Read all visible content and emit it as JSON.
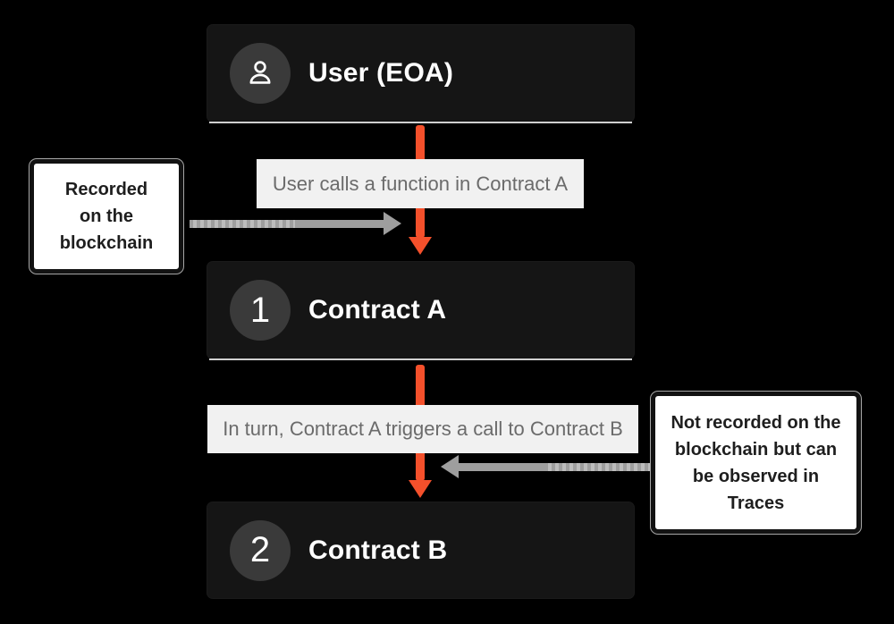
{
  "diagram": {
    "nodes": {
      "user": {
        "label": "User (EOA)"
      },
      "contract_a": {
        "label": "Contract A",
        "number": "1"
      },
      "contract_b": {
        "label": "Contract B",
        "number": "2"
      }
    },
    "edges": {
      "user_to_a": {
        "label": "User calls a function in Contract A"
      },
      "a_to_b": {
        "label": "In turn, Contract A triggers a call to Contract B"
      }
    },
    "callouts": {
      "left": {
        "lines": [
          "Recorded",
          "on the",
          "blockchain"
        ]
      },
      "right": {
        "lines": [
          "Not recorded on the",
          "blockchain but can",
          "be observed in",
          "Traces"
        ]
      }
    },
    "colors": {
      "background": "#000000",
      "node_background": "#151515",
      "node_text": "#ffffff",
      "badge_background": "#3a3a3a",
      "arrow_orange": "#f4502b",
      "arrow_gray": "#9e9e9e",
      "edge_label_background": "#f1f1f1",
      "edge_label_text": "#6b6b6b",
      "callout_background": "#ffffff",
      "callout_border": "#121212",
      "callout_text": "#1e1e1e"
    }
  }
}
